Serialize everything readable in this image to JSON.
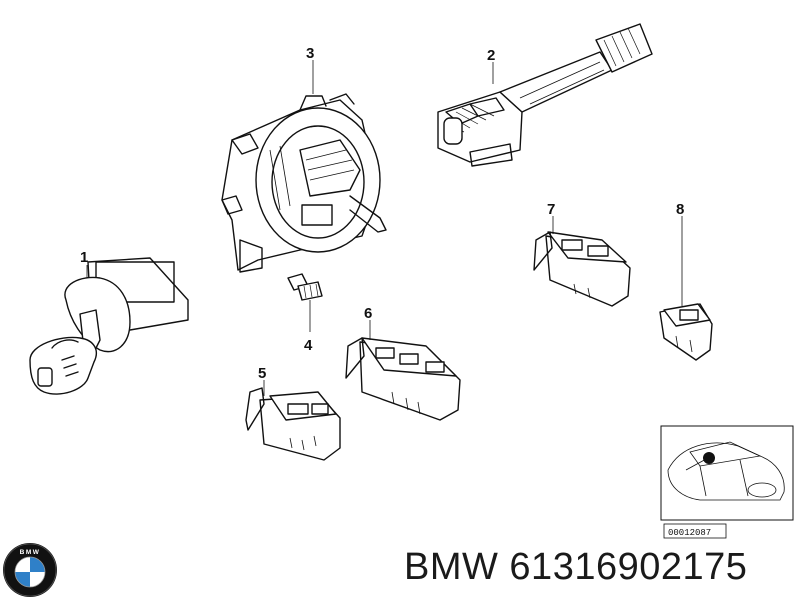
{
  "callouts": [
    {
      "id": "1",
      "label": "1"
    },
    {
      "id": "2",
      "label": "2"
    },
    {
      "id": "3",
      "label": "3"
    },
    {
      "id": "4",
      "label": "4"
    },
    {
      "id": "5",
      "label": "5"
    },
    {
      "id": "6",
      "label": "6"
    },
    {
      "id": "7",
      "label": "7"
    },
    {
      "id": "8",
      "label": "8"
    }
  ],
  "inset": {
    "reference_code": "00012087"
  },
  "brand": {
    "logo_letters": "BMW",
    "part_number_text": "BMW 61316902175"
  },
  "colors": {
    "logo_blue": "#2f80c8",
    "logo_ring": "#111111",
    "ink": "#111111"
  },
  "icons": [
    "bmw-logo-icon"
  ]
}
